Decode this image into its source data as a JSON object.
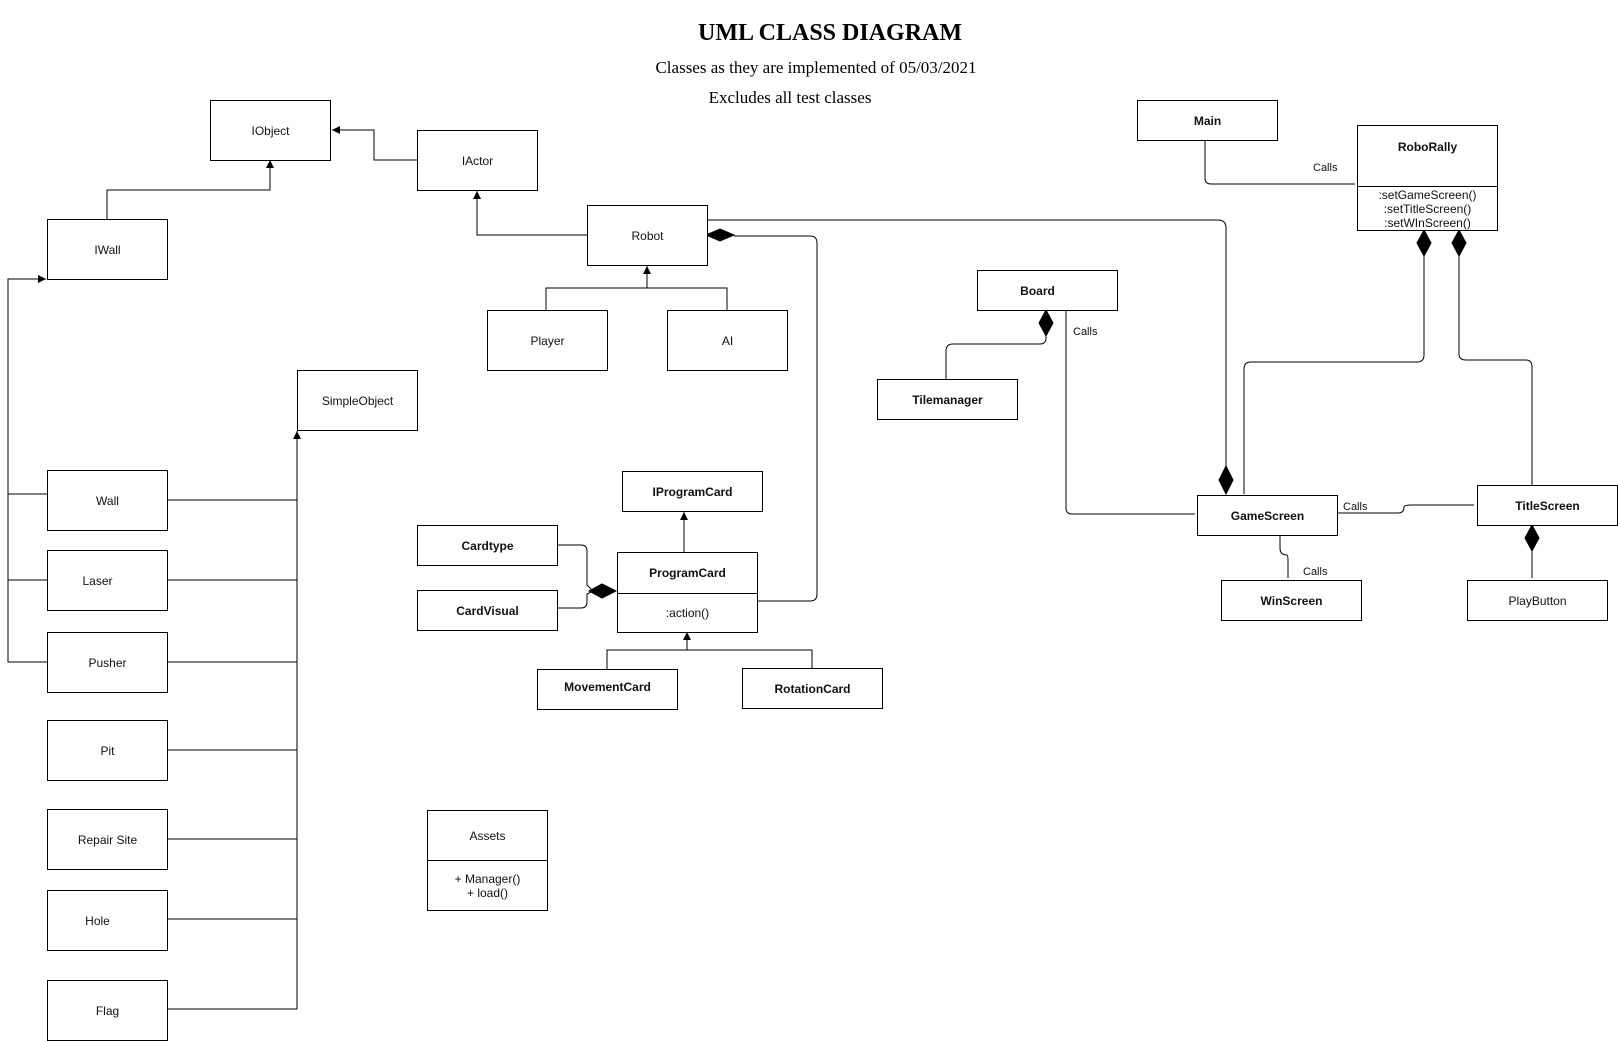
{
  "header": {
    "title": "UML CLASS DIAGRAM",
    "subtitle": "Classes as they are implemented of 05/03/2021",
    "note": "Excludes all test classes"
  },
  "classes": {
    "iobject": "IObject",
    "iactor": "IActor",
    "iwall": "IWall",
    "robot": "Robot",
    "player": "Player",
    "ai": "AI",
    "simpleobject": "SimpleObject",
    "wall": "Wall",
    "laser": "Laser",
    "pusher": "Pusher",
    "pit": "Pit",
    "repair_site": "Repair Site",
    "hole": "Hole",
    "flag": "Flag",
    "iprogramcard": "IProgramCard",
    "cardtype": "Cardtype",
    "cardvisual": "CardVisual",
    "programcard": "ProgramCard",
    "programcard_methods": ":action()",
    "movementcard": "MovementCard",
    "rotationcard": "RotationCard",
    "assets": "Assets",
    "assets_methods_1": "+ Manager()",
    "assets_methods_2": "+ load()",
    "board": "Board",
    "tilemanager": "Tilemanager",
    "main": "Main",
    "roborally": "RoboRally",
    "roborally_method_1": ":setGameScreen()",
    "roborally_method_2": ":setTitleScreen()",
    "roborally_method_3": ":setWInScreen()",
    "gamescreen": "GameScreen",
    "titlescreen": "TitleScreen",
    "winscreen": "WinScreen",
    "playbutton": "PlayButton"
  },
  "labels": {
    "calls_main": "Calls",
    "calls_board": "Calls",
    "calls_title": "Calls",
    "calls_win": "Calls"
  }
}
